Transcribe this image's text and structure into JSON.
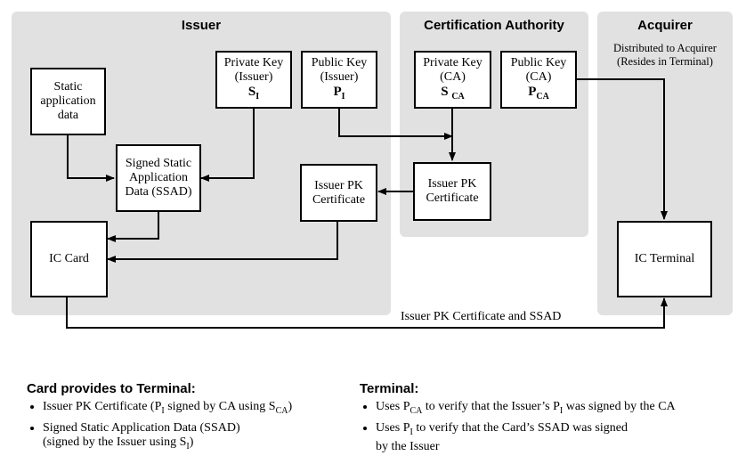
{
  "panels": {
    "issuer": {
      "title": "Issuer"
    },
    "ca": {
      "title": "Certification Authority"
    },
    "acquirer": {
      "title": "Acquirer",
      "note_line1": "Distributed to Acquirer",
      "note_line2": "(Resides in Terminal)"
    }
  },
  "boxes": {
    "static_data": {
      "lines": [
        "Static",
        "application",
        "data"
      ]
    },
    "issuer_private_key": {
      "lines": [
        "Private Key",
        "(Issuer)"
      ],
      "symbol": "S",
      "sub": "I"
    },
    "issuer_public_key": {
      "lines": [
        "Public Key",
        "(Issuer)"
      ],
      "symbol": "P",
      "sub": "I"
    },
    "ca_private_key": {
      "lines": [
        "Private Key",
        "(CA)"
      ],
      "symbol": "S",
      "sub": "CA"
    },
    "ca_public_key": {
      "lines": [
        "Public Key",
        "(CA)"
      ],
      "symbol": "P",
      "sub": "CA"
    },
    "ssad": {
      "lines": [
        "Signed Static",
        "Application",
        "Data (SSAD)"
      ]
    },
    "issuer_pk_cert_issuer": {
      "lines": [
        "Issuer PK",
        "Certificate"
      ]
    },
    "issuer_pk_cert_ca": {
      "lines": [
        "Issuer PK",
        "Certificate"
      ]
    },
    "ic_card": {
      "lines": [
        "IC Card"
      ]
    },
    "ic_terminal": {
      "lines": [
        "IC Terminal"
      ]
    }
  },
  "flow_label": "Issuer PK Certificate and SSAD",
  "legend": {
    "card": {
      "title": "Card provides to Terminal:",
      "item1": {
        "pre": "Issuer PK Certificate (P",
        "sub1": "I",
        "mid": " signed by CA using S",
        "sub2": "CA",
        "post": ")"
      },
      "item2": {
        "line1": "Signed Static Application Data (SSAD)",
        "line2_pre": "(signed by the Issuer using S",
        "line2_sub": "I",
        "line2_post": ")"
      }
    },
    "terminal": {
      "title": "Terminal:",
      "item1": {
        "pre": "Uses P",
        "sub1": "CA",
        "mid": " to verify that the Issuer’s P",
        "sub2": "I",
        "post": " was signed by the CA"
      },
      "item2": {
        "pre": "Uses  P",
        "sub1": "I",
        "post": " to verify that the Card’s SSAD was signed",
        "line2": "by the Issuer"
      }
    }
  }
}
